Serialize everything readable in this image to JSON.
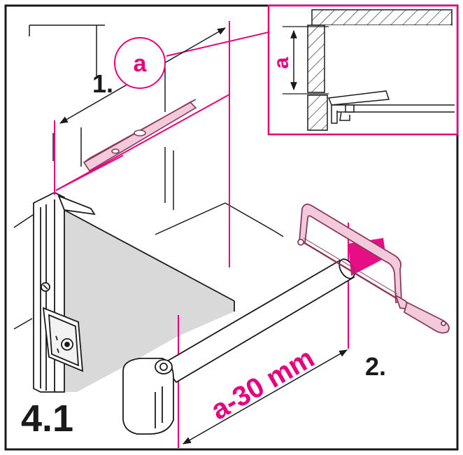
{
  "figure": {
    "number": "4.1",
    "callout_letter": "a",
    "step1": "1.",
    "step2": "2.",
    "inset_dim": "a",
    "cut_dim": "a-30 mm"
  },
  "colors": {
    "accent": "#e6007e",
    "line": "#1a1a1a",
    "panel": "#d9d9d9",
    "tool_fill": "#f3c9dc",
    "tool_stroke": "#8a3a5a",
    "roller_fill": "#ffffff"
  }
}
